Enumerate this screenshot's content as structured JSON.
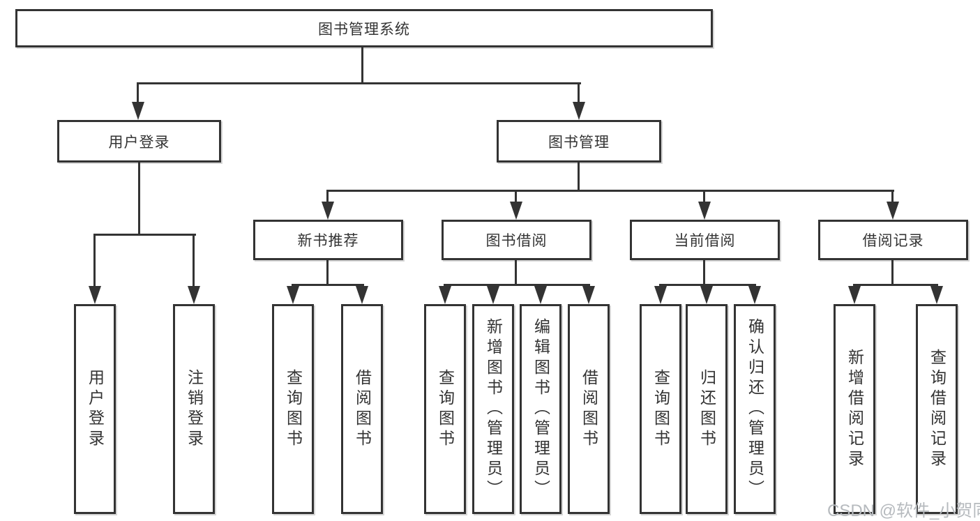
{
  "diagram": {
    "root": "图书管理系统",
    "branches": {
      "user_login": {
        "label": "用户登录",
        "children": [
          "用户登录",
          "注销登录"
        ]
      },
      "book_mgmt": {
        "label": "图书管理",
        "sections": {
          "new_book_rec": {
            "label": "新书推荐",
            "children": [
              "查询图书",
              "借阅图书"
            ]
          },
          "book_borrow": {
            "label": "图书借阅",
            "children": [
              "查询图书",
              "新增图书（管理员）",
              "编辑图书（管理员）",
              "借阅图书"
            ]
          },
          "current_borrow": {
            "label": "当前借阅",
            "children": [
              "查询图书",
              "归还图书",
              "确认归还（管理员）"
            ]
          },
          "borrow_records": {
            "label": "借阅记录",
            "children": [
              "新增借阅记录",
              "查询借阅记录"
            ]
          }
        }
      }
    }
  },
  "watermark": "CSDN @软件_小贺同学",
  "colors": {
    "line": "#333333",
    "text": "#333333",
    "node_background": "#ffffff",
    "watermark": "#b6babe",
    "page_background": "#ffffff"
  }
}
